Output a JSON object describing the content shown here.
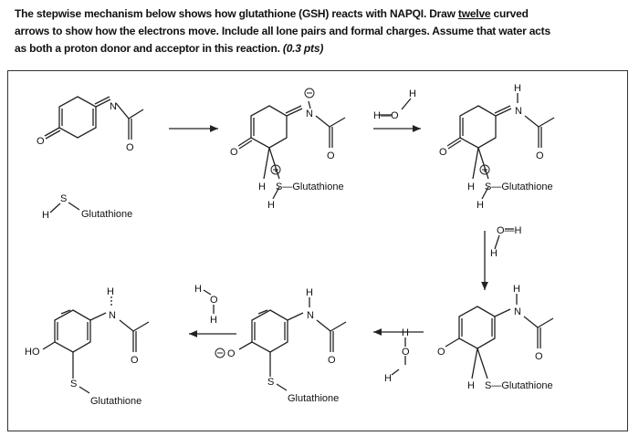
{
  "question": {
    "line1_a": "The stepwise mechanism below shows how glutathione (GSH) reacts with NAPQI. Draw",
    "line1_u": "twelve",
    "line1_b": "curved",
    "line2": "arrows to show how the electrons move.  Include all lone pairs and formal charges.  Assume that water acts",
    "line3_a": "as both a proton donor and acceptor in this reaction.",
    "line3_pts": "(0.3 pts)"
  },
  "labels": {
    "glutathione": "Glutathione",
    "s_glutathione": "S—Glutathione",
    "gsh_h": "H",
    "gsh_s": "S"
  },
  "atoms": {
    "N": "N",
    "O": "O",
    "H": "H",
    "S": "S",
    "HO": "HO",
    "ho_water": "H—O",
    "oh_water": "O—H",
    "plus": "⊕",
    "minus": "⊖"
  }
}
